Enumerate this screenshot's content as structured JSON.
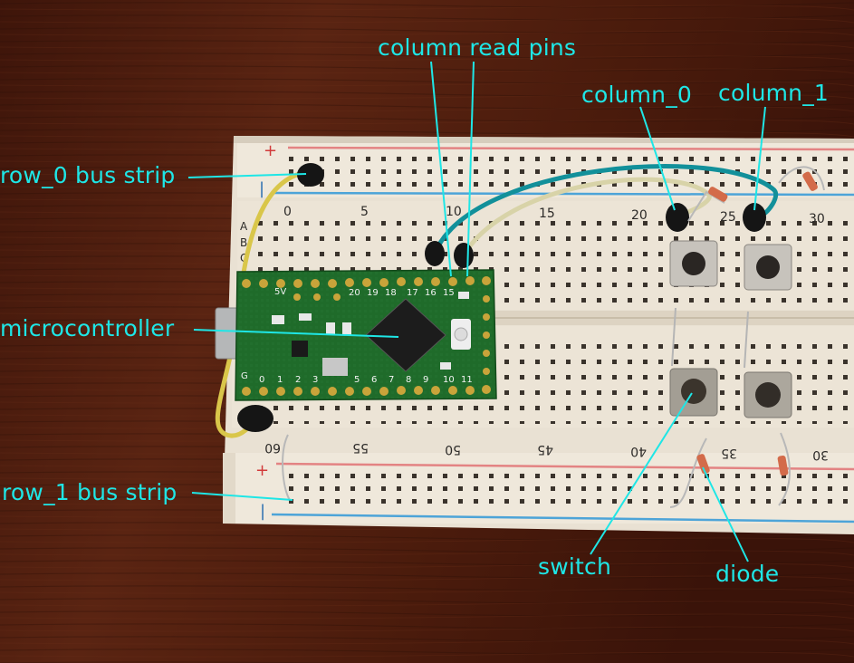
{
  "labels": {
    "column_read_pins": "column read pins",
    "column_0": "column_0",
    "column_1": "column_1",
    "row_0_bus_strip": "row_0 bus strip",
    "microcontroller": "microcontroller",
    "row_1_bus_strip": "row_1 bus strip",
    "switch": "switch",
    "diode": "diode"
  },
  "breadboard": {
    "row_letters": [
      "A",
      "B",
      "C"
    ],
    "top_numbers": [
      "0",
      "5",
      "10",
      "15",
      "20",
      "25",
      "30"
    ],
    "bottom_numbers": [
      "60",
      "55",
      "50",
      "45",
      "40",
      "35",
      "30"
    ],
    "plus": "+",
    "minus": "|"
  },
  "board": {
    "top_pins": [
      "5V",
      "20",
      "19",
      "18",
      "17",
      "16",
      "15"
    ],
    "bottom_pins": [
      "G",
      "0",
      "1",
      "2",
      "3",
      "5",
      "6",
      "7",
      "8",
      "9",
      "10",
      "11"
    ]
  },
  "colors": {
    "label": "#1ee6e6",
    "table_wood": "#4a1a0c",
    "breadboard": "#ece4d6",
    "pcb": "#1f6b2a",
    "wire_teal": "#12909a",
    "wire_yellow": "#d9c64a"
  }
}
